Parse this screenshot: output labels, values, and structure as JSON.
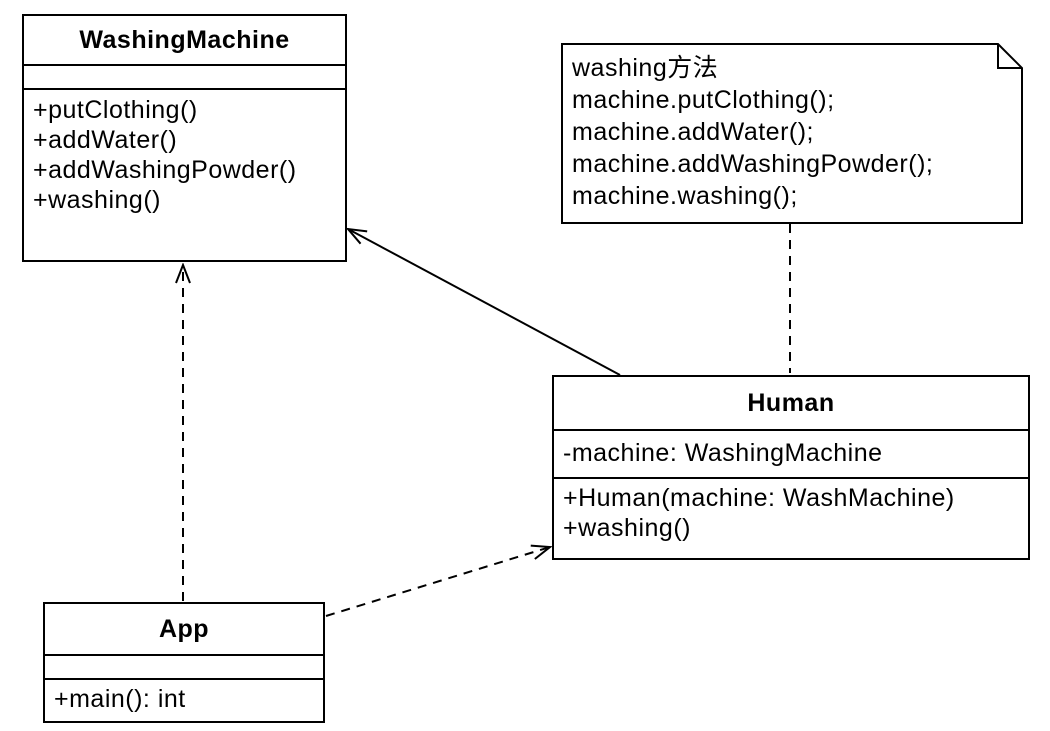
{
  "diagram": {
    "background": "#ffffff",
    "stroke_color": "#000000",
    "shape_fill": "#ffffff",
    "classes": [
      {
        "name": "WashingMachine",
        "attributes": [],
        "methods": [
          "+putClothing()",
          "+addWater()",
          "+addWashingPowder()",
          "+washing()"
        ]
      },
      {
        "name": "Human",
        "attributes": [
          "-machine: WashingMachine"
        ],
        "methods": [
          "+Human(machine: WashMachine)",
          "+washing()"
        ]
      },
      {
        "name": "App",
        "attributes": [],
        "methods": [
          "+main(): int"
        ]
      }
    ],
    "note": {
      "lines": [
        "washing方法",
        "machine.putClothing();",
        "machine.addWater();",
        "machine.addWashingPowder();",
        "machine.washing();"
      ]
    },
    "connectors": [
      {
        "id": "human-to-washingmachine",
        "type": "association",
        "line": "solid",
        "arrow": "open",
        "from": "Human",
        "to": "WashingMachine"
      },
      {
        "id": "app-to-washingmachine",
        "type": "dependency",
        "line": "dashed",
        "arrow": "open",
        "from": "App",
        "to": "WashingMachine"
      },
      {
        "id": "app-to-human",
        "type": "dependency",
        "line": "dashed",
        "arrow": "open",
        "from": "App",
        "to": "Human"
      },
      {
        "id": "note-to-human",
        "type": "note-anchor",
        "line": "dashed",
        "arrow": "none",
        "from": "note",
        "to": "Human"
      }
    ]
  }
}
